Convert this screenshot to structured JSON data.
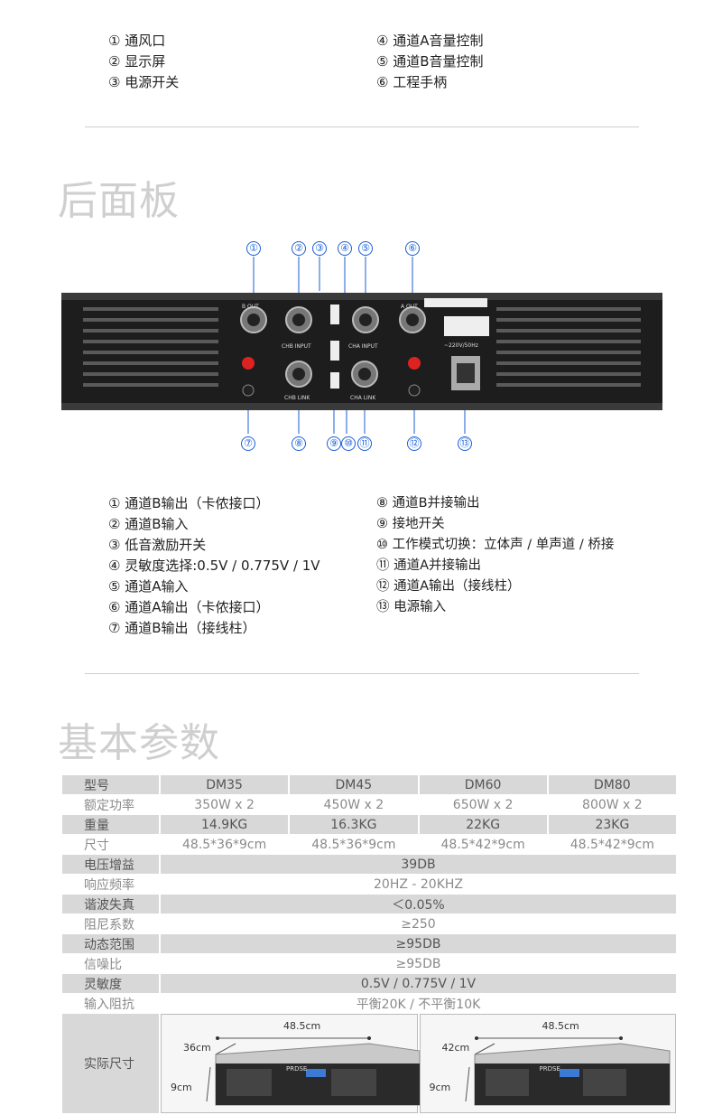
{
  "front_list": {
    "left": [
      "① 通风口",
      "② 显示屏",
      "③ 电源开关"
    ],
    "right": [
      "④ 通道A音量控制",
      "⑤ 通道B音量控制",
      "⑥ 工程手柄"
    ]
  },
  "rear": {
    "title": "后面板",
    "top_callouts": [
      "①",
      "②",
      "③",
      "④",
      "⑤",
      "⑥"
    ],
    "bottom_callouts": [
      "⑦",
      "⑧",
      "⑨",
      "⑩",
      "⑪",
      "⑫",
      "⑬"
    ],
    "panel_labels": {
      "b_out": "B OUT",
      "a_out": "A OUT",
      "chb_input": "CHB INPUT",
      "cha_input": "CHA INPUT",
      "chb_link": "CHB LINK",
      "cha_link": "CHA LINK",
      "voltage": "~220V/50Hz"
    },
    "list_left": [
      "① 通道B输出（卡侬接口）",
      "② 通道B输入",
      "③ 低音激励开关",
      "④ 灵敏度选择:0.5V / 0.775V / 1V",
      "⑤ 通道A输入",
      "⑥ 通道A输出（卡侬接口）",
      "⑦ 通道B输出（接线柱）"
    ],
    "list_right": [
      "⑧ 通道B并接输出",
      "⑨ 接地开关",
      "⑩ 工作模式切换：立体声 / 单声道 / 桥接",
      "⑪ 通道A并接输出",
      "⑫ 通道A输出（接线柱）",
      "⑬ 电源输入"
    ]
  },
  "specs": {
    "title": "基本参数",
    "header": [
      "型号",
      "DM35",
      "DM45",
      "DM60",
      "DM80"
    ],
    "rows4": [
      [
        "额定功率",
        "350W x 2",
        "450W x 2",
        "650W x 2",
        "800W x 2"
      ],
      [
        "重量",
        "14.9KG",
        "16.3KG",
        "22KG",
        "23KG"
      ],
      [
        "尺寸",
        "48.5*36*9cm",
        "48.5*36*9cm",
        "48.5*42*9cm",
        "48.5*42*9cm"
      ]
    ],
    "rows1": [
      [
        "电压增益",
        "39DB"
      ],
      [
        "响应频率",
        "20HZ - 20KHZ"
      ],
      [
        "谐波失真",
        "＜0.05%"
      ],
      [
        "阻尼系数",
        "≥250"
      ],
      [
        "动态范围",
        "≥95DB"
      ],
      [
        "信噪比",
        "≥95DB"
      ],
      [
        "灵敏度",
        "0.5V / 0.775V / 1V"
      ],
      [
        "输入阻抗",
        "平衡20K / 不平衡10K"
      ]
    ],
    "dim_label": "实际尺寸",
    "dims": [
      {
        "width": "48.5cm",
        "depth": "36cm",
        "height": "9cm",
        "brand": "PRDSE"
      },
      {
        "width": "48.5cm",
        "depth": "42cm",
        "height": "9cm",
        "brand": "PRDSE"
      }
    ]
  },
  "colors": {
    "callout": "#1a5fd6",
    "table_gray": "#d8d8d8",
    "heading": "#cfcfcf"
  }
}
